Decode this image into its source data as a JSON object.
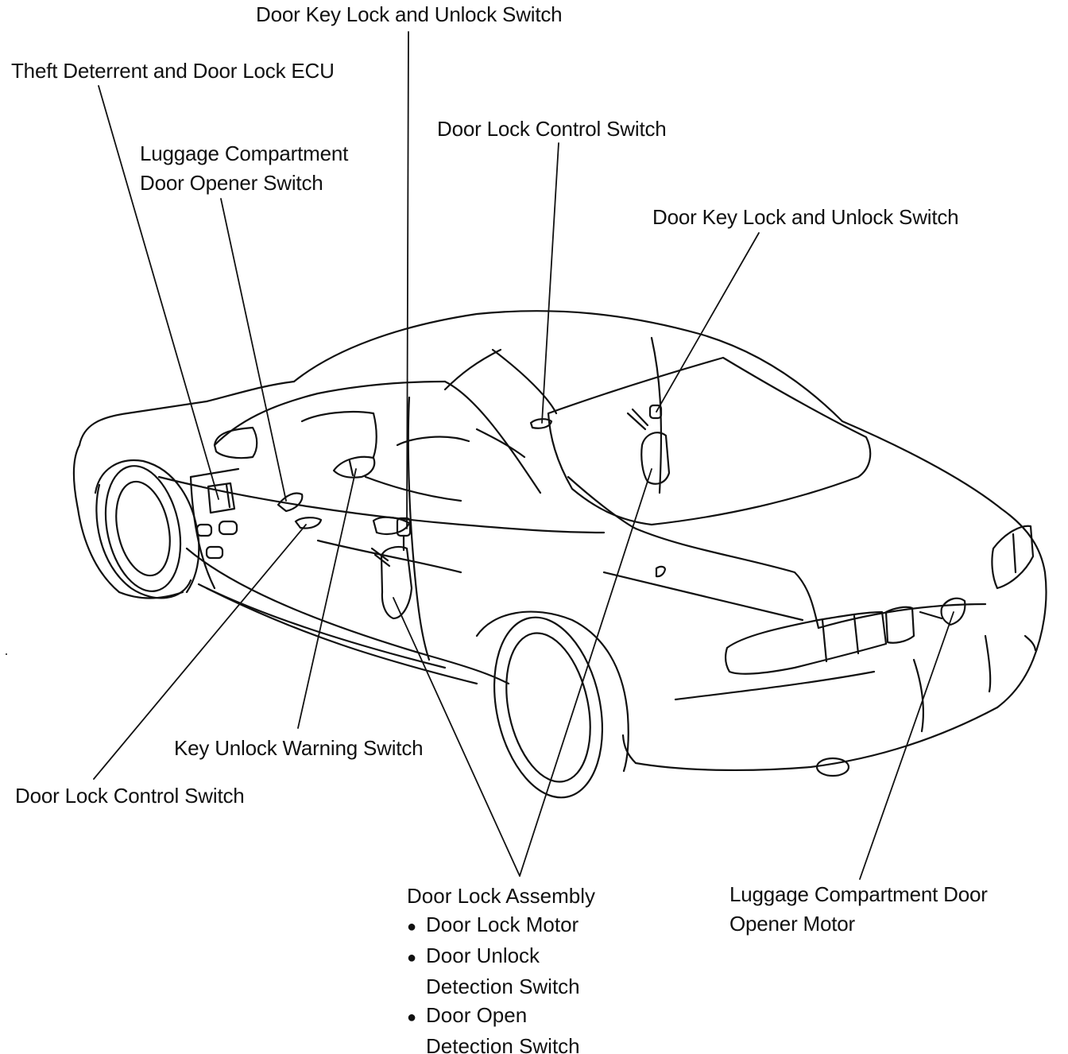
{
  "labels": {
    "door_key_switch_top": "Door Key Lock and Unlock Switch",
    "theft_ecu": "Theft Deterrent and Door Lock ECU",
    "luggage_opener_switch_l1": "Luggage Compartment",
    "luggage_opener_switch_l2": "Door Opener Switch",
    "door_lock_control_top": "Door Lock Control Switch",
    "door_key_switch_right": "Door Key Lock and Unlock Switch",
    "key_unlock_warning": "Key Unlock Warning Switch",
    "door_lock_control_bottom": "Door Lock Control Switch",
    "door_lock_assembly": {
      "title": "Door Lock Assembly",
      "item1": "Door Lock Motor",
      "item2_l1": "Door Unlock",
      "item2_l2": "Detection Switch",
      "item3_l1": "Door Open",
      "item3_l2": "Detection Switch"
    },
    "luggage_opener_motor_l1": "Luggage Compartment Door",
    "luggage_opener_motor_l2": "Opener Motor"
  },
  "colors": {
    "ink": "#111111",
    "paper": "#ffffff"
  }
}
